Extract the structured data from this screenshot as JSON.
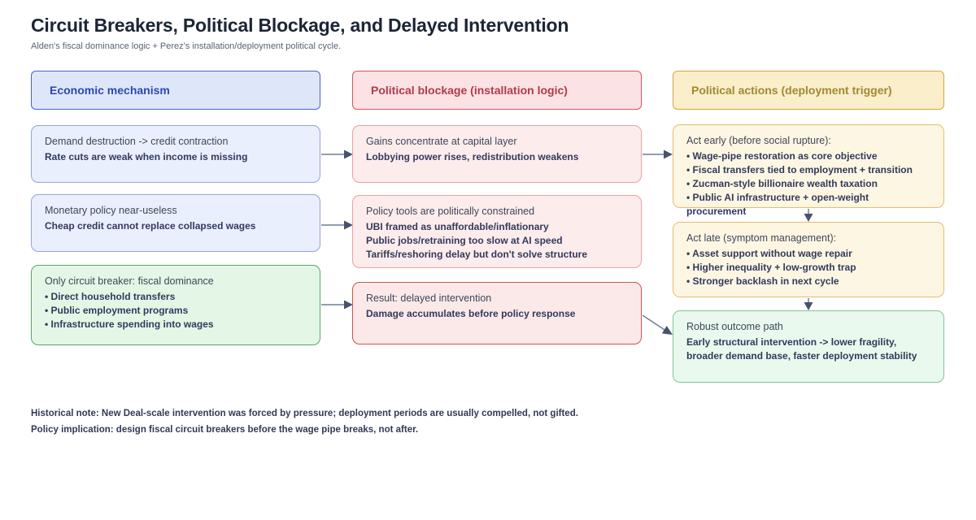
{
  "page": {
    "title": "Circuit Breakers, Political Blockage, and Delayed Intervention",
    "subtitle": "Alden's fiscal dominance logic + Perez's installation/deployment political cycle."
  },
  "columns": [
    {
      "header": "Economic mechanism",
      "boxes": [
        {
          "title": "Demand destruction -> credit contraction",
          "lines": [
            "Rate cuts are weak when income is missing"
          ]
        },
        {
          "title": "Monetary policy near-useless",
          "lines": [
            "Cheap credit cannot replace collapsed wages"
          ]
        },
        {
          "title": "Only circuit breaker: fiscal dominance",
          "lines": [
            "• Direct household transfers",
            "• Public employment programs",
            "• Infrastructure spending into wages"
          ]
        }
      ]
    },
    {
      "header": "Political blockage (installation logic)",
      "boxes": [
        {
          "title": "Gains concentrate at capital layer",
          "lines": [
            "Lobbying power rises, redistribution weakens"
          ]
        },
        {
          "title": "Policy tools are politically constrained",
          "lines": [
            "UBI framed as unaffordable/inflationary",
            "Public jobs/retraining too slow at AI speed",
            "Tariffs/reshoring delay but don't solve structure"
          ]
        },
        {
          "title": "Result: delayed intervention",
          "lines": [
            "Damage accumulates before policy response"
          ]
        }
      ]
    },
    {
      "header": "Political actions (deployment trigger)",
      "boxes": [
        {
          "title": "Act early (before social rupture):",
          "lines": [
            "• Wage-pipe restoration as core objective",
            "• Fiscal transfers tied to employment + transition",
            "• Zucman-style billionaire wealth taxation",
            "• Public AI infrastructure + open-weight procurement"
          ]
        },
        {
          "title": "Act late (symptom management):",
          "lines": [
            "• Asset support without wage repair",
            "• Higher inequality + low-growth trap",
            "• Stronger backlash in next cycle"
          ]
        },
        {
          "title": "Robust outcome path",
          "lines": [
            "Early structural intervention -> lower fragility,",
            "broader demand base, faster deployment stability"
          ]
        }
      ]
    }
  ],
  "notes": [
    "Historical note: New Deal-scale intervention was forced by pressure; deployment periods are usually compelled, not gifted.",
    "Policy implication: design fiscal circuit breakers before the wage pipe breaks, not after."
  ],
  "colors": {
    "blue_header_fill": "#dee7fa",
    "blue_header_border": "#4a63c4",
    "blue_header_text": "#2f46b4",
    "pink_header_fill": "#fbe2e4",
    "pink_header_border": "#d4565e",
    "pink_header_text": "#b23b49",
    "yellow_header_fill": "#faeecb",
    "yellow_header_border": "#d8a73c",
    "yellow_header_text": "#a3892f",
    "blue_box_fill": "#e9effc",
    "blue_box_border": "#93a4db",
    "green_box_fill": "#e4f7e6",
    "green_box_border": "#58a763",
    "pink_box_fill": "#fcecec",
    "pink_box_border": "#efa0a4",
    "red_box_fill": "#fbe9e9",
    "red_box_border": "#c9544e",
    "cream_box_fill": "#fdf6e3",
    "cream_box_border": "#ecba6a",
    "outcome_box_fill": "#eaf9ee",
    "outcome_box_border": "#82c493",
    "arrow_line": "#6e7d96",
    "arrow_head": "#47536d",
    "title_text": "#1b2535",
    "body_text": "#3f4659",
    "bold_text": "#323a5c"
  }
}
